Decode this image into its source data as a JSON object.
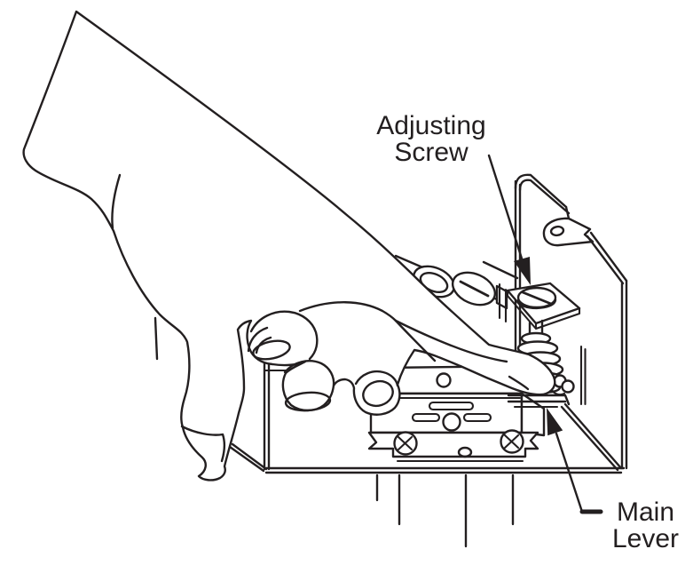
{
  "figure": {
    "kind": "technical-line-illustration",
    "description": "Hand reaching toward a switch mechanism to turn the adjusting screw above the main lever",
    "ink_color": "#231f20",
    "background_color": "#ffffff",
    "labels": {
      "adjusting_screw": {
        "line1": "Adjusting",
        "line2": "Screw"
      },
      "main_lever": {
        "line1": "Main",
        "line2": "Lever"
      }
    },
    "parts": [
      "hand",
      "adjusting-screw",
      "spring",
      "main-lever",
      "mounting-bracket",
      "back-plate",
      "base-plate",
      "lead-wires"
    ]
  }
}
